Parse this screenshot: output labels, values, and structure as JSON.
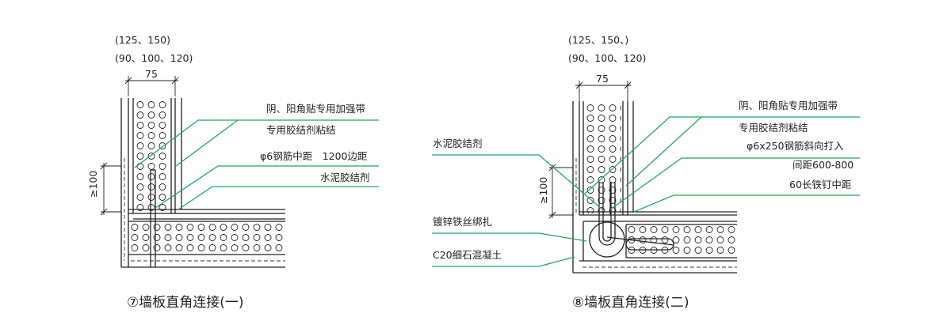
{
  "left": {
    "dim_top1": "(125、150)",
    "dim_top2": "(90、100、120)",
    "dim_width": "75",
    "dim_height": "≥100",
    "labels": [
      "阴、阳角贴专用加强带",
      "专用胶结剂粘结",
      "φ6钢筋中距　1200边距",
      "水泥胶结剂"
    ],
    "caption": "⑦墙板直角连接(一)"
  },
  "right": {
    "dim_top1": "(125、150、)",
    "dim_top2": "(90、100、120)",
    "dim_width": "75",
    "dim_height": "≥100",
    "labels_right": [
      "阴、阳角贴专用加强带",
      "专用胶结剂粘结",
      "φ6x250钢筋斜向打入",
      "间距600-800",
      "60长铁钉中距"
    ],
    "labels_left": [
      "水泥胶结剂",
      "镀锌铁丝绑扎",
      "C20细石混凝土"
    ],
    "caption": "⑧墙板直角连接(二)"
  }
}
